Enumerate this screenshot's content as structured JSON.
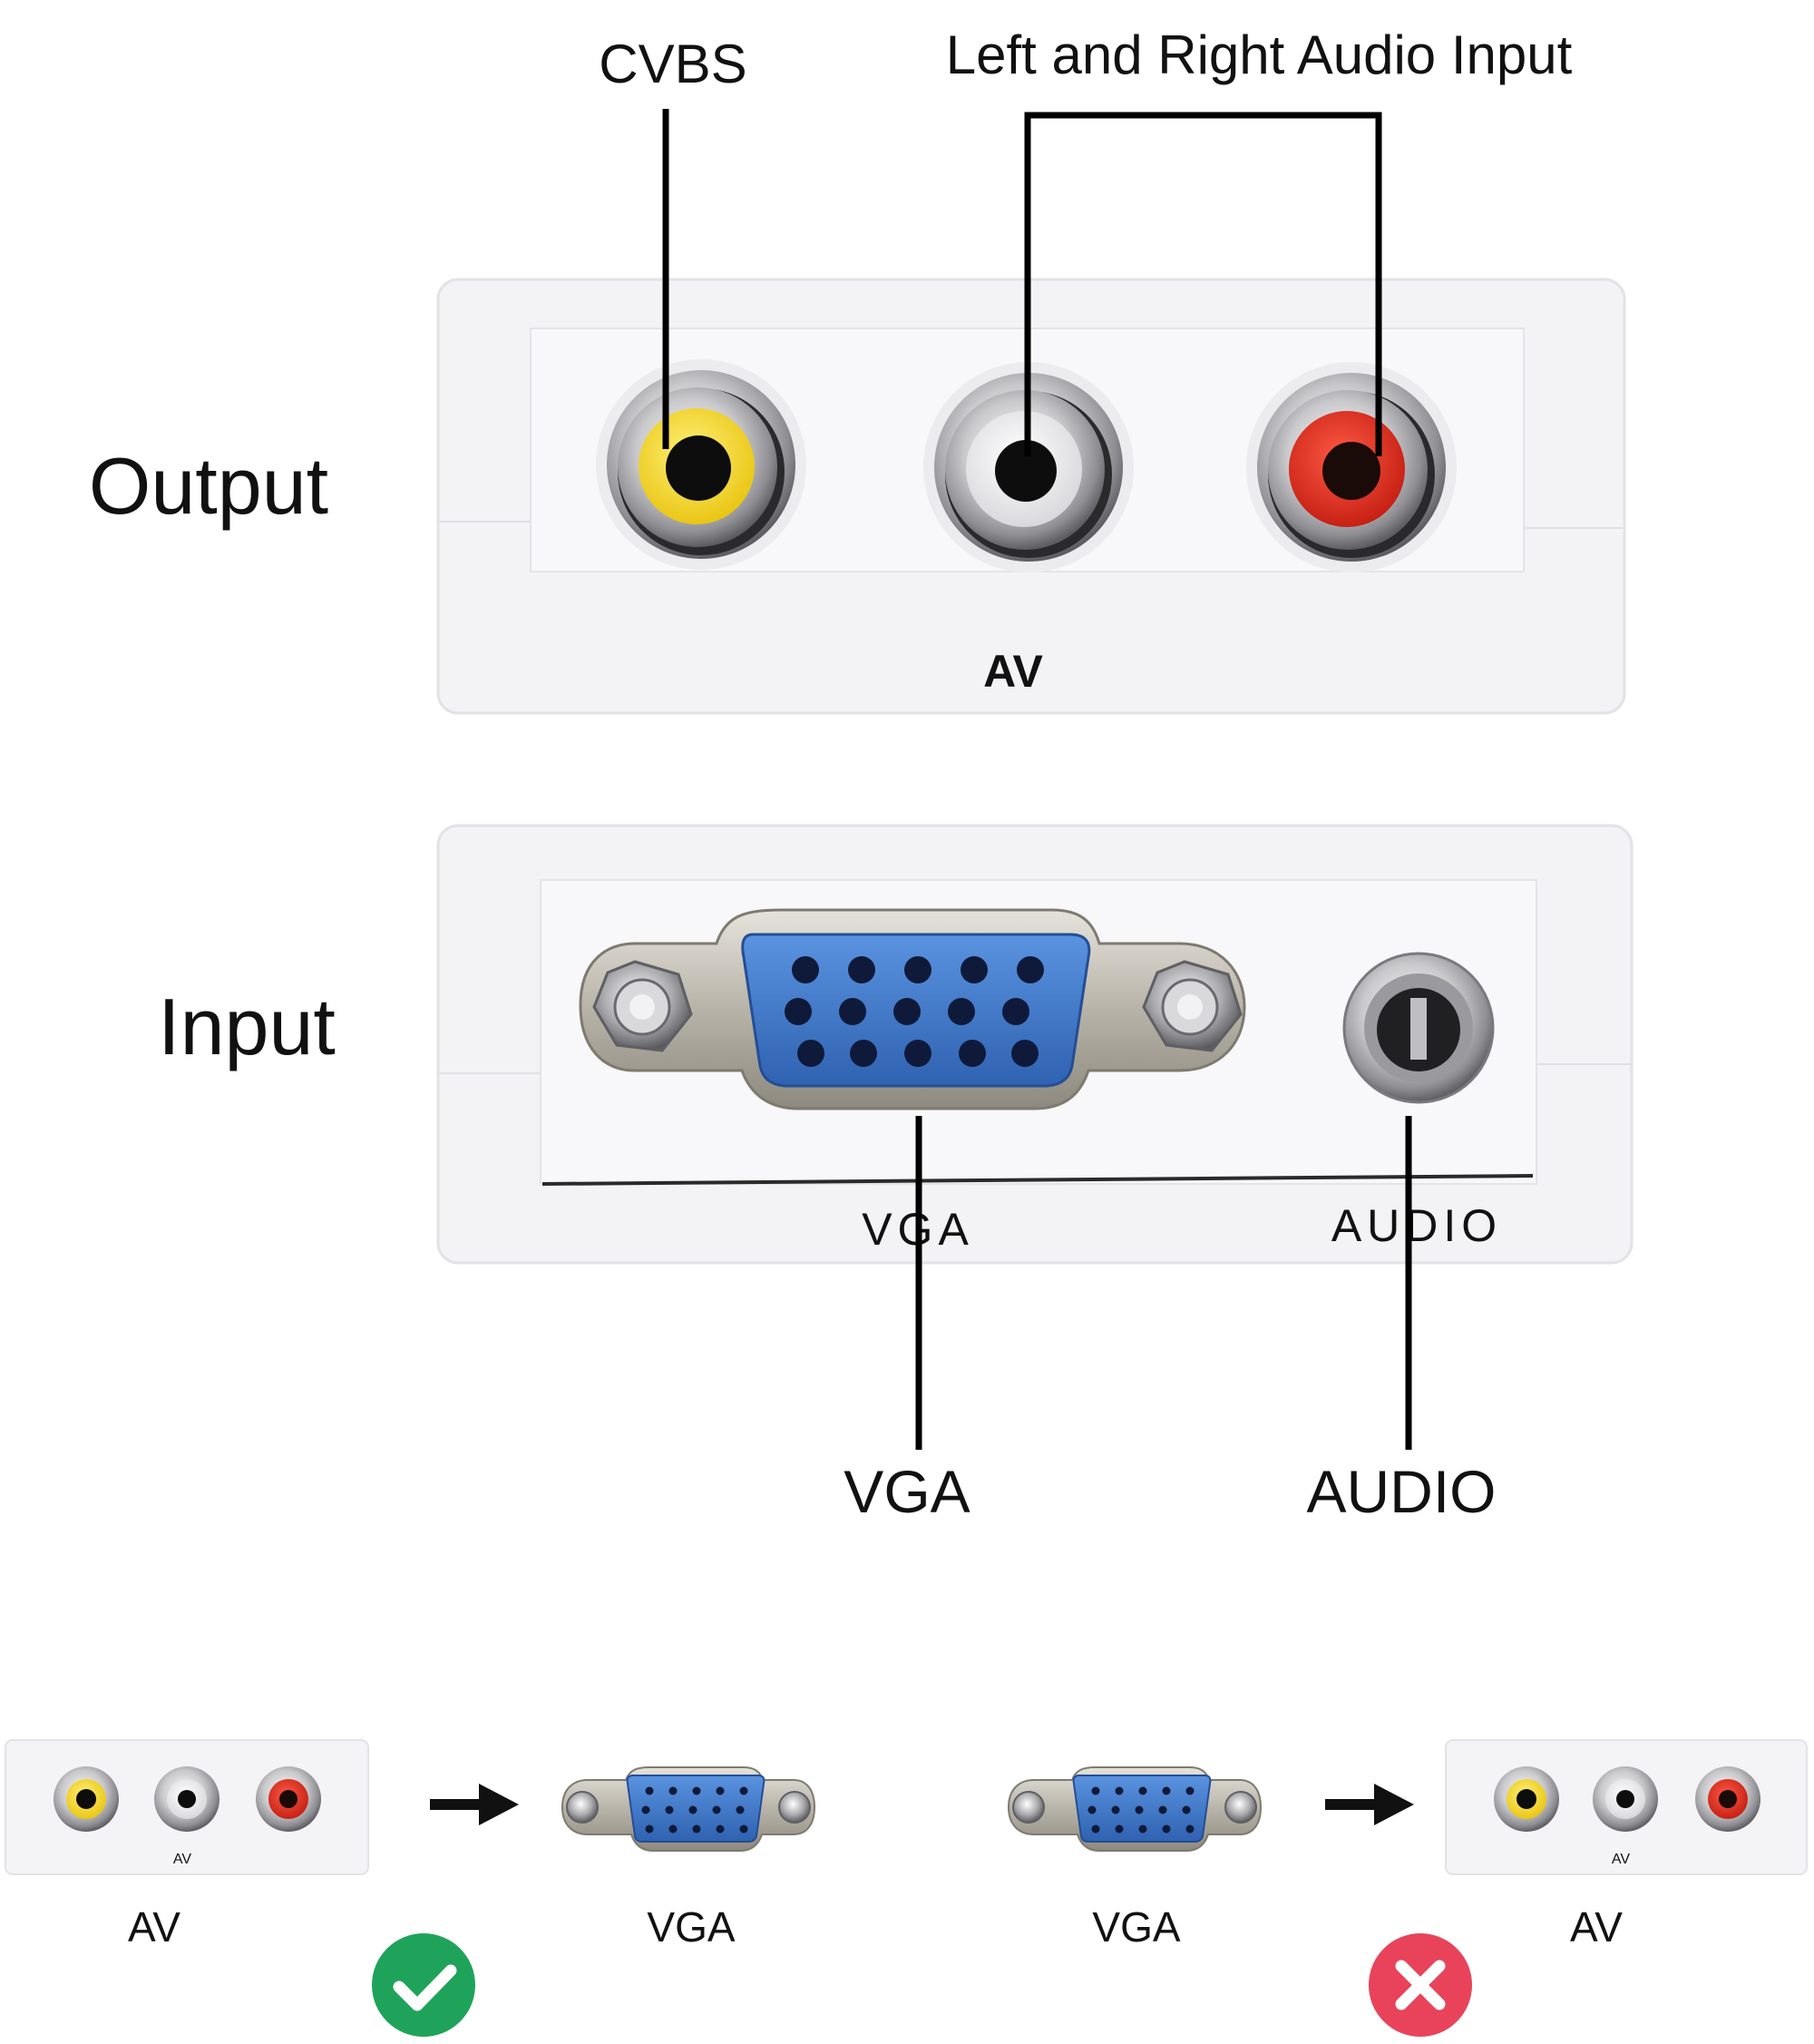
{
  "labels": {
    "cvbs": "CVBS",
    "left_right_audio": "Left and Right Audio Input",
    "output": "Output",
    "input": "Input",
    "av_panel": "AV",
    "vga_panel": "VGA",
    "audio_panel": "AUDIO",
    "vga_callout": "VGA",
    "audio_callout": "AUDIO"
  },
  "flows": [
    {
      "from": "AV",
      "to": "VGA",
      "status": "supported",
      "status_icon": "check-icon"
    },
    {
      "from": "VGA",
      "to": "AV",
      "status": "not-supported",
      "status_icon": "cross-icon"
    }
  ],
  "mini_labels": {
    "av": "AV"
  },
  "colors": {
    "yellow_jack": "#f2d21c",
    "white_jack": "#f4f4f4",
    "red_jack": "#d8281c",
    "vga_blue": "#3f78c8",
    "check_green": "#1fa35a",
    "cross_red": "#e8435a",
    "panel": "#f3f3f6"
  }
}
